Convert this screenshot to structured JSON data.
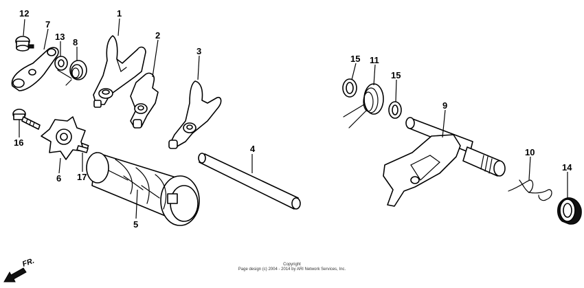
{
  "callouts": {
    "c1": "1",
    "c2": "2",
    "c3": "3",
    "c4": "4",
    "c5": "5",
    "c6": "6",
    "c7": "7",
    "c8": "8",
    "c9": "9",
    "c10": "10",
    "c11": "11",
    "c12": "12",
    "c13": "13",
    "c14": "14",
    "c15a": "15",
    "c15b": "15",
    "c16": "16",
    "c17": "17"
  },
  "direction": {
    "label": "FR."
  },
  "copyright": {
    "line1": "Copyright",
    "line2": "Page design (c) 2004 - 2014 by ARI Network Services, Inc."
  }
}
